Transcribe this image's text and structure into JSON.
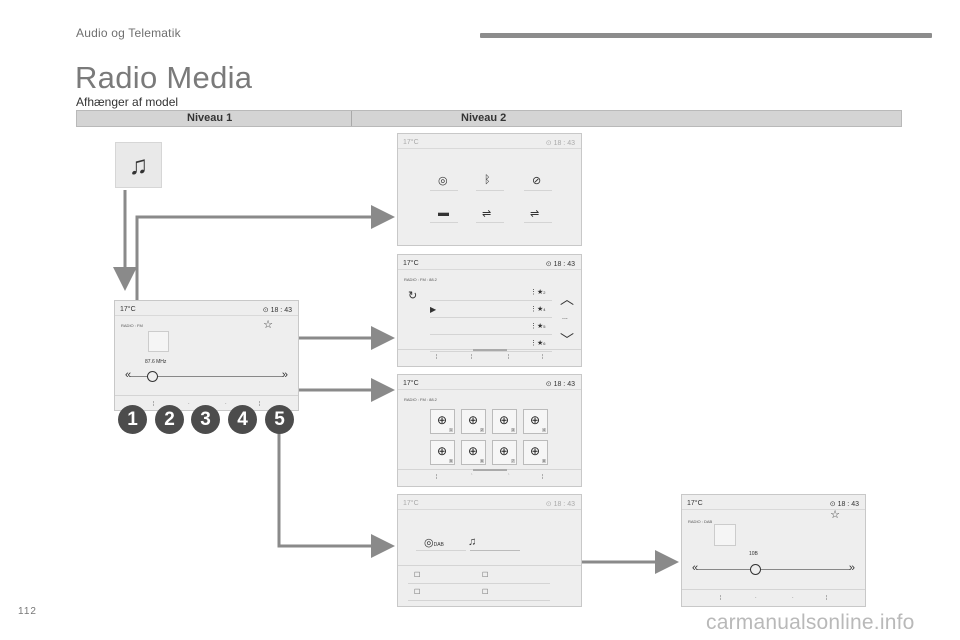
{
  "section_label": "Audio og Telematik",
  "title": "Radio Media",
  "subtitle": "Afhænger af model",
  "levels": [
    "Niveau 1",
    "Niveau 2"
  ],
  "status": {
    "temperature": "17°C",
    "time": "18 : 43"
  },
  "main_screen": {
    "source": "RADIO : FM",
    "frequency": "87.6 MHz"
  },
  "preset_screen": {
    "source": "RADIO : FM : 88.2",
    "presets": [
      "2",
      "4",
      "5",
      "6"
    ],
    "more": "..."
  },
  "memory_screen": {
    "source": "RADIO : FM : 88.2",
    "slots": [
      "1",
      "2",
      "3",
      "4",
      "5",
      "6",
      "7",
      "8"
    ]
  },
  "band_screen": {
    "band": "DAB"
  },
  "dab_screen": {
    "source": "RADIO : DAB",
    "channel": "10B"
  },
  "badges": [
    "1",
    "2",
    "3",
    "4",
    "5"
  ],
  "page_number": "112",
  "watermark": "carmanualsonline.info",
  "colors": {
    "arrow": "#8a8a8a",
    "screen_bg": "#eeeeee",
    "badge": "#4c4c4c"
  },
  "icons": [
    "music-note-icon",
    "star-icon",
    "bluetooth-icon",
    "usb-icon",
    "plus-circle-icon",
    "chevron-up-icon",
    "chevron-down-icon",
    "play-icon"
  ]
}
